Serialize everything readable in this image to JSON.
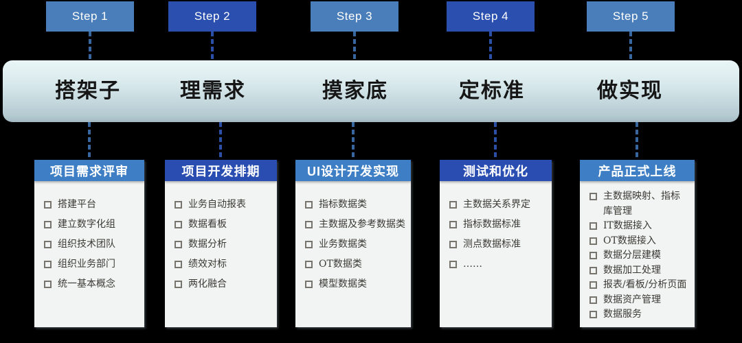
{
  "diagram_title": "5-step data platform implementation process",
  "colors": {
    "background": "#000000",
    "step_light": "#4a7eba",
    "step_dark": "#2a4fae",
    "header_light": "#3d7ec5",
    "header_dark": "#2a4db1",
    "band_gradient_top": "#eaf6f8",
    "band_gradient_bottom": "#a3b8c1",
    "card_background": "#f1f4f3",
    "item_text": "#3c3a35",
    "bullet_color": "#76746c",
    "band_title_text": "#161616"
  },
  "bullet_style": "hollow-square",
  "steps": [
    {
      "label": "Step 1",
      "band_title": "搭架子",
      "card": {
        "header": "项目需求评审",
        "items": [
          "搭建平台",
          "建立数字化组",
          "组织技术团队",
          "组织业务部门",
          "统一基本概念"
        ]
      }
    },
    {
      "label": "Step 2",
      "band_title": "理需求",
      "card": {
        "header": "项目开发排期",
        "items": [
          "业务自动报表",
          "数据看板",
          "数据分析",
          "绩效对标",
          "两化融合"
        ]
      }
    },
    {
      "label": "Step 3",
      "band_title": "摸家底",
      "card": {
        "header": "UI设计开发实现",
        "items": [
          "指标数据类",
          "主数据及参考数据类",
          "业务数据类",
          "OT数据类",
          "模型数据类"
        ]
      }
    },
    {
      "label": "Step 4",
      "band_title": "定标准",
      "card": {
        "header": "测试和优化",
        "items": [
          "主数据关系界定",
          "指标数据标准",
          "测点数据标准",
          "……"
        ]
      }
    },
    {
      "label": "Step 5",
      "band_title": "做实现",
      "card": {
        "header": "产品正式上线",
        "items": [
          "主数据映射、指标库管理",
          "IT数据接入",
          "OT数据接入",
          "数据分层建模",
          "数据加工处理",
          "报表/看板/分析页面",
          "数据资产管理",
          "数据服务"
        ]
      }
    }
  ]
}
